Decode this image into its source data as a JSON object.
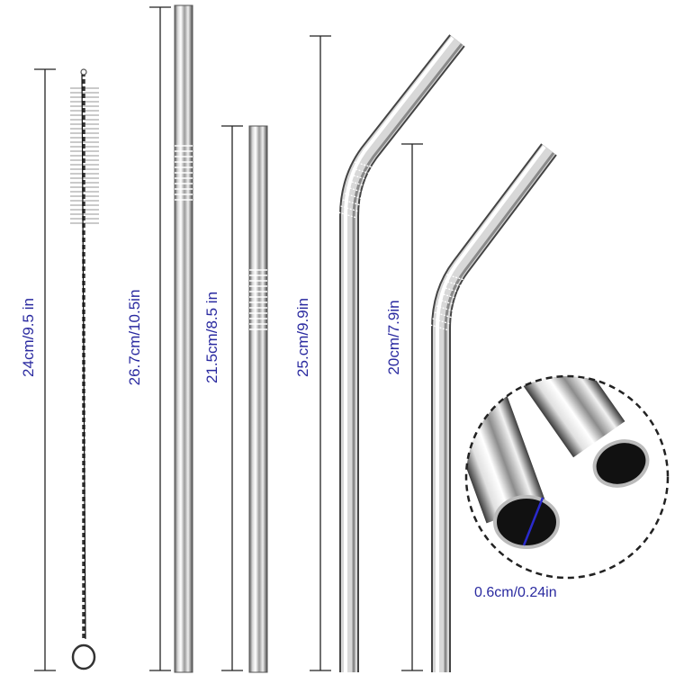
{
  "measurements": {
    "brush": "24cm/9.5 in",
    "straw_long": "26.7cm/10.5in",
    "straw_short": "21.5cm/8.5 in",
    "bent_long": "25.cm/9.9in",
    "bent_short": "20cm/7.9in",
    "diameter": "0.6cm/0.24in"
  },
  "colors": {
    "label": "#2a2aa0",
    "line": "#222222",
    "metal_dark": "#4a4a4a",
    "metal_light": "#f4f4f4"
  }
}
